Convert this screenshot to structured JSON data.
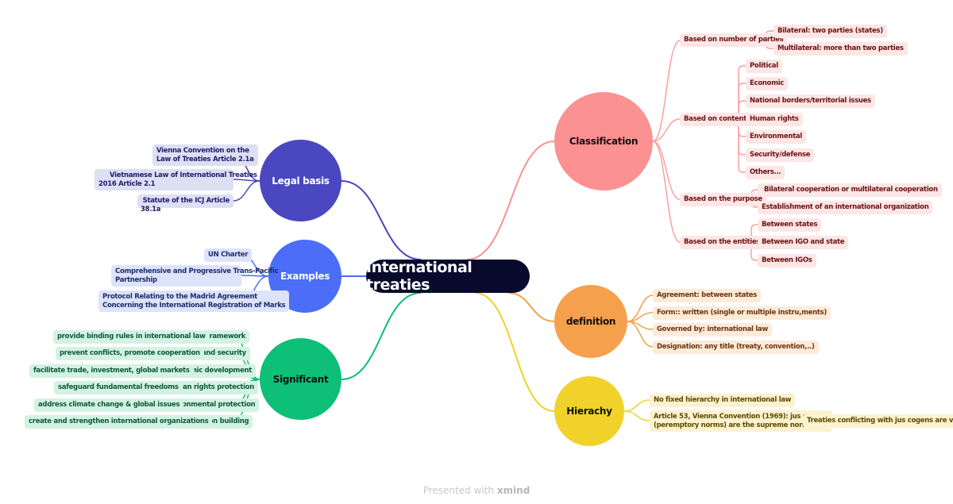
{
  "root": {
    "label": "International treaties"
  },
  "colors": {
    "root": "#070a2b",
    "classification": "#fb9191",
    "definition": "#f5a04d",
    "hierarchy": "#f0d22a",
    "legal_basis": "#4a47c0",
    "examples": "#4b6df7",
    "significant": "#0dbf77"
  },
  "branches": {
    "classification": {
      "label": "Classification",
      "groups": [
        {
          "label": "Based on number of parties",
          "items": [
            "Bilateral: two parties (states)",
            "Multilateral: more than two parties"
          ]
        },
        {
          "label": "Based on content",
          "items": [
            "Political",
            "Economic",
            "National borders/territorial issues",
            "Human rights",
            "Environmental",
            "Security/defense",
            "Others..."
          ]
        },
        {
          "label": "Based on the purpose",
          "items": [
            "Bilateral cooperation or multilateral cooperation",
            "Establishment of an international organization"
          ]
        },
        {
          "label": "Based on the entities",
          "items": [
            "Between states",
            "Between IGO and state",
            "Between IGOs"
          ]
        }
      ]
    },
    "definition": {
      "label": "definition",
      "items": [
        "Agreement: between states",
        "Form:: written (single or multiple instru,ments)",
        "Governed by: international law",
        "Designation: any title (treaty, convention,..)"
      ]
    },
    "hierarchy": {
      "label": "Hierachy",
      "items": [
        {
          "label": "No fixed hierarchy in international law"
        },
        {
          "label_line1": "Article 53, Vienna Convention (1969): jus cogens",
          "label_line2": "(peremptory norms) are the supreme norms",
          "child": "Treaties conflicting with jus cogens are void"
        }
      ]
    },
    "legal_basis": {
      "label": "Legal basis",
      "items": [
        {
          "line1": "Vienna Convention on the",
          "line2": "Law of Treaties Article 2.1a"
        },
        {
          "line1": "Vietnamese Law of International Treaties",
          "line2": "2016 Article 2.1"
        },
        {
          "line1": "Statute of the ICJ Article",
          "line2": "38.1a"
        }
      ]
    },
    "examples": {
      "label": "Examples",
      "items": [
        {
          "line1": "UN Charter",
          "line2": ""
        },
        {
          "line1": "Comprehensive and Progressive Trans-Pacific",
          "line2": "Partnership"
        },
        {
          "line1": "Protocol Relating to the Madrid Agreement",
          "line2": "Concerning the International Registration of Marks"
        }
      ]
    },
    "significant": {
      "label": "Significant",
      "items": [
        {
          "label": "Legal framework",
          "detail": "provide binding rules in international law"
        },
        {
          "label": "Pace and security",
          "detail": "prevent conflicts, promote cooperation"
        },
        {
          "label": "Economic development",
          "detail": "facilitate trade, investment, global markets"
        },
        {
          "label": "Human rights protection",
          "detail": "safeguard fundamental freedoms"
        },
        {
          "label": "Environmental protection",
          "detail": "address climate change & global issues"
        },
        {
          "label": "Institution building",
          "detail": "create and strengthen international organizations"
        }
      ]
    }
  },
  "footer": {
    "prefix": "Presented with ",
    "brand": "xmind"
  }
}
